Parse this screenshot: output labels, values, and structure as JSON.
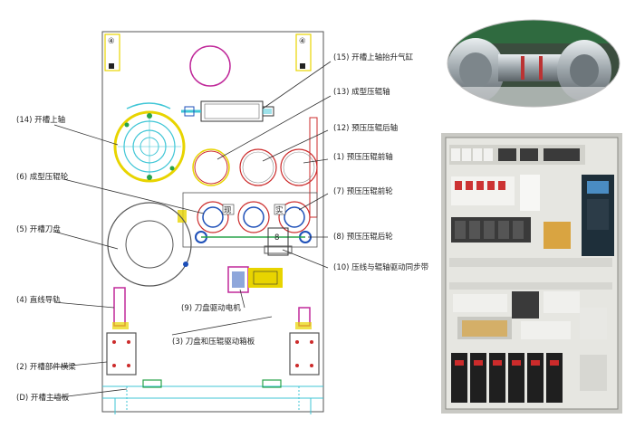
{
  "callouts": {
    "c15": "(15) 开槽上轴抬升气缸",
    "c13": "(13) 成型压辊轴",
    "c12": "(12) 预压压辊后轴",
    "c1": "(1) 预压压辊前轴",
    "c14": "(14) 开槽上轴",
    "c6": "(6) 成型压辊轮",
    "c7": "(7) 预压压辊前轮",
    "c5": "(5) 开槽刀盘",
    "c8": "(8) 预压压辊后轮",
    "c10": "(10) 压线与辊轴驱动同步带",
    "c4": "(4) 直线导轨",
    "c9": "(9) 刀盘驱动电机",
    "c3": "(3) 刀盘和压辊驱动箱板",
    "c2": "(2) 开槽部件横梁",
    "cD": "(D) 开槽主墙板"
  },
  "marks": {
    "circ4_left": "④",
    "circ4_right": "④",
    "roller_a": "现",
    "roller_b": "实",
    "box_num": "8"
  },
  "colors": {
    "yellow": "#e8d400",
    "magenta": "#c0299a",
    "cyan": "#3fc6d6",
    "red": "#cc2b2b",
    "green": "#29a34a",
    "blue": "#1d4fb8"
  }
}
